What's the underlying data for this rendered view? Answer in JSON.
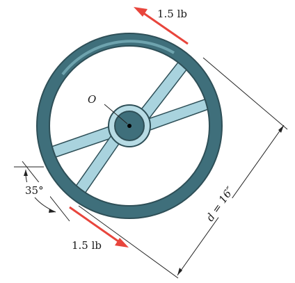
{
  "diagram": {
    "force_top_label": "1.5 lb",
    "force_bottom_label": "1.5 lb",
    "center_label": "O",
    "angle_label": "35°",
    "diameter_label": "d = 16″",
    "colors": {
      "rim": "#3f6f7b",
      "rim_highlight": "#6ea3ae",
      "spoke": "#a9d3de",
      "spoke_edge": "#2e4f57",
      "hub": "#b7dbe4",
      "force_arrow": "#e8453c"
    }
  }
}
